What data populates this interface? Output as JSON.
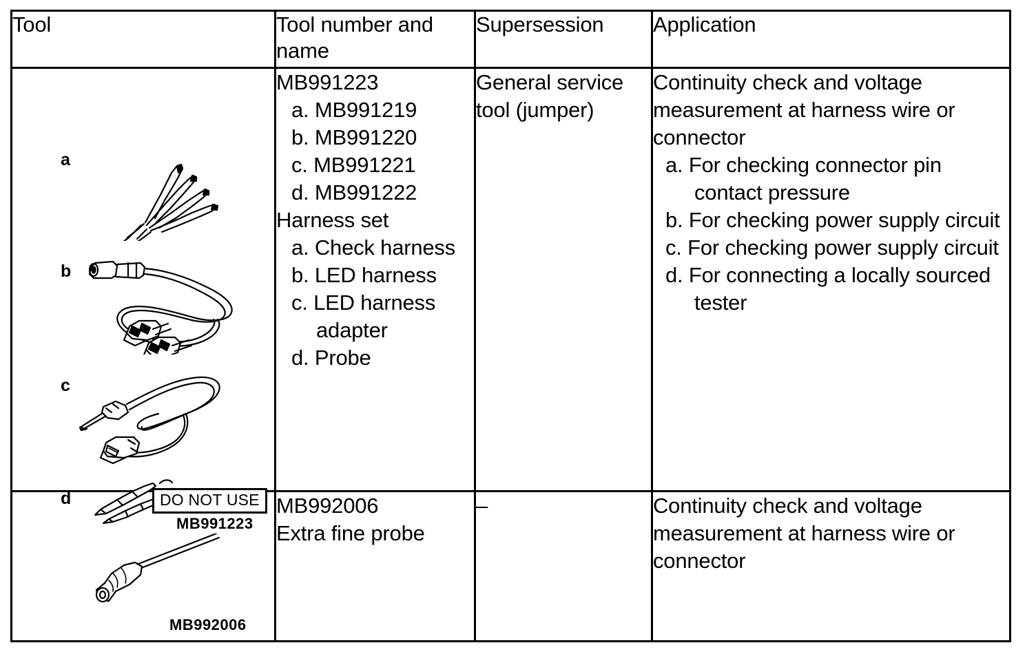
{
  "table": {
    "headers": [
      {
        "key": "tool",
        "label": "Tool"
      },
      {
        "key": "number",
        "label": "Tool number and name"
      },
      {
        "key": "supersession",
        "label": "Supersession"
      },
      {
        "key": "application",
        "label": "Application"
      }
    ],
    "rows": [
      {
        "id": "row-mb991223",
        "tool": {
          "figure_labels": [
            "a",
            "b",
            "c",
            "d"
          ],
          "badge": "DO NOT USE",
          "caption": "MB991223"
        },
        "number": {
          "title": "MB991223",
          "items": [
            "a. MB991219",
            "b. MB991220",
            "c. MB991221",
            "d. MB991222"
          ],
          "subtitle": "Harness set",
          "sub_items": [
            "a. Check harness",
            "b. LED harness",
            "c. LED harness",
            "d. Probe"
          ],
          "sub_item_c_wrap": "adapter"
        },
        "supersession": "General service tool (jumper)",
        "application": {
          "intro": "Continuity check and voltage measurement at harness wire or connector",
          "items": [
            {
              "text": "a. For checking connector pin",
              "wrap": "contact pressure"
            },
            {
              "text": "b. For checking power supply circuit",
              "wrap": ""
            },
            {
              "text": "c. For checking power supply circuit",
              "wrap": ""
            },
            {
              "text": "d. For connecting a locally sourced",
              "wrap": "tester"
            }
          ]
        }
      },
      {
        "id": "row-mb992006",
        "tool": {
          "figure_labels": [],
          "badge": "",
          "caption": "MB992006"
        },
        "number": {
          "title": "MB992006",
          "items": [],
          "subtitle": "Extra fine probe",
          "sub_items": [],
          "sub_item_c_wrap": ""
        },
        "supersession": "–",
        "application": {
          "intro": "Continuity check and voltage measurement at harness wire or connector",
          "items": []
        }
      }
    ]
  },
  "colors": {
    "border": "#000000",
    "text": "#000000",
    "background": "#ffffff"
  }
}
